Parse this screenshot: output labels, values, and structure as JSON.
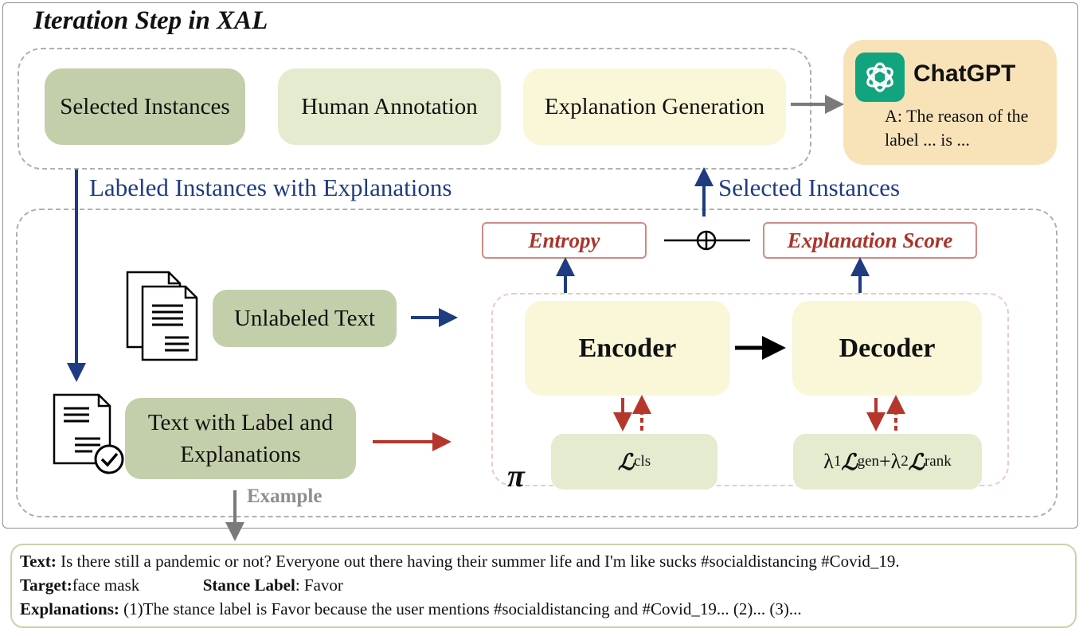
{
  "title": "Iteration Step in XAL",
  "top_steps": {
    "selected_instances": "Selected Instances",
    "human_annotation": "Human Annotation",
    "explanation_generation": "Explanation Generation"
  },
  "chatgpt": {
    "name": "ChatGPT",
    "reply": "A: The reason of the label ... is ..."
  },
  "flow_labels": {
    "labeled_instances": "Labeled Instances with Explanations",
    "selected_instances": "Selected Instances",
    "example": "Example"
  },
  "scores": {
    "entropy": "Entropy",
    "explanation_score": "Explanation Score"
  },
  "inputs": {
    "unlabeled_text": "Unlabeled Text",
    "text_with_label": "Text with Label and Explanations"
  },
  "model": {
    "encoder": "Encoder",
    "decoder": "Decoder",
    "policy_symbol": "π"
  },
  "losses": {
    "cls_symbol": "ℒ",
    "cls_sub": "cls",
    "lambda1": "λ",
    "lambda1_sub": "1",
    "gen_symbol": "ℒ",
    "gen_sub": "gen",
    "plus": "+",
    "lambda2": "λ",
    "lambda2_sub": "2",
    "rank_symbol": "ℒ",
    "rank_sub": "rank"
  },
  "example": {
    "text_key": "Text:",
    "text_value": " Is there still a pandemic or not? Everyone out there having their summer life and I'm like sucks #socialdistancing #Covid_19.",
    "target_key": "Target:",
    "target_value": " face mask",
    "stance_key": "Stance Label",
    "stance_value": ": Favor",
    "explanations_key": "Explanations:",
    "explanations_value": " (1)The stance label is Favor because the user mentions #socialdistancing and #Covid_19... (2)... (3)..."
  },
  "colors": {
    "flow_blue": "#1f3b82",
    "flow_red": "#b5372c",
    "score_text": "#a8352b",
    "selected_box": "#c3cfaa",
    "light_green_box": "#e4ebcf",
    "yellow_box": "#faf6d8",
    "chatgpt_box": "#f8e3b9",
    "chatgpt_logo": "#12a37f",
    "example_grey": "#8e8e8e"
  }
}
